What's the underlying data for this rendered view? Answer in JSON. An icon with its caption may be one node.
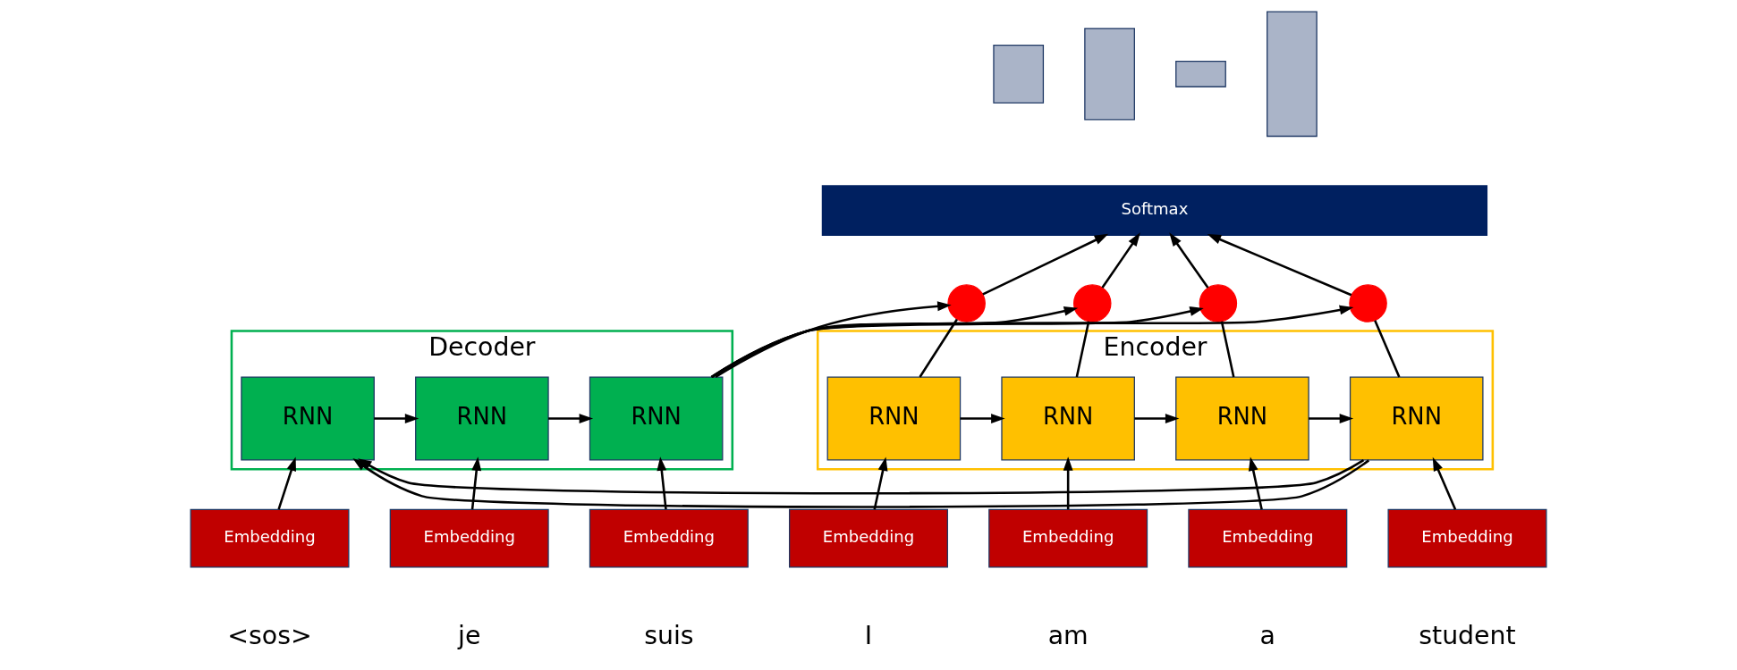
{
  "diagram": {
    "nodes": [
      {
        "text": [
          "Encoder"
        ]
      },
      {
        "text": [
          "RNN"
        ],
        "in": 0
      },
      {
        "text": [
          "RNN"
        ],
        "in": 0
      },
      {
        "text": [
          "RNN"
        ],
        "in": 0
      },
      {
        "text": [
          "RNN"
        ],
        "in": 0
      },
      {
        "text": [
          "Decoder"
        ]
      },
      {
        "text": [
          "RNN"
        ],
        "in": 5
      },
      {
        "text": [
          "RNN"
        ],
        "in": 5
      },
      {
        "text": [
          "RNN"
        ],
        "in": 5
      },
      {
        "text": [
          "Embedding"
        ],
        "beside": [
          "I"
        ]
      },
      {
        "text": [
          "Embedding"
        ],
        "beside": [
          "am"
        ]
      },
      {
        "text": [
          "Embedding"
        ],
        "beside": [
          "a"
        ]
      },
      {
        "text": [
          "Embedding"
        ],
        "beside": [
          "student"
        ]
      },
      {
        "text": [
          "Embedding"
        ],
        "beside": [
          "<sos>"
        ]
      },
      {
        "text": [
          "Embedding"
        ],
        "beside": [
          "je"
        ]
      },
      {
        "text": [
          "Embedding"
        ],
        "beside": [
          "suis"
        ]
      },
      {
        "text": [],
        "shape": "circle"
      },
      {
        "text": [],
        "shape": "circle"
      },
      {
        "text": [],
        "shape": "circle"
      },
      {
        "text": [],
        "shape": "circle"
      },
      {
        "text": [
          "Softmax"
        ]
      },
      {
        "text": [],
        "shape": "bar"
      },
      {
        "text": [],
        "shape": "bar"
      },
      {
        "text": [],
        "shape": "bar"
      },
      {
        "text": [],
        "shape": "bar"
      }
    ],
    "edges": [
      {
        "from": 9,
        "to": 1,
        "arrow": "to"
      },
      {
        "from": 10,
        "to": 2,
        "arrow": "to"
      },
      {
        "from": 11,
        "to": 3,
        "arrow": "to"
      },
      {
        "from": 12,
        "to": 4,
        "arrow": "to"
      },
      {
        "from": 13,
        "to": 6,
        "arrow": "to"
      },
      {
        "from": 14,
        "to": 7,
        "arrow": "to"
      },
      {
        "from": 15,
        "to": 8,
        "arrow": "to"
      },
      {
        "from": 1,
        "to": 2,
        "arrow": "to"
      },
      {
        "from": 2,
        "to": 3,
        "arrow": "to"
      },
      {
        "from": 3,
        "to": 4,
        "arrow": "to"
      },
      {
        "from": 6,
        "to": 7,
        "arrow": "to"
      },
      {
        "from": 7,
        "to": 8,
        "arrow": "to"
      },
      {
        "from": 0,
        "to": 5,
        "arrow": "to"
      },
      {
        "from": 1,
        "to": 16,
        "arrow": "none"
      },
      {
        "from": 2,
        "to": 17,
        "arrow": "none"
      },
      {
        "from": 3,
        "to": 18,
        "arrow": "none"
      },
      {
        "from": 4,
        "to": 19,
        "arrow": "none"
      },
      {
        "from": 8,
        "to": 16,
        "arrow": "to"
      },
      {
        "from": 8,
        "to": 17,
        "arrow": "to"
      },
      {
        "from": 8,
        "to": 18,
        "arrow": "to"
      },
      {
        "from": 8,
        "to": 19,
        "arrow": "to"
      },
      {
        "from": 16,
        "to": 20,
        "arrow": "to"
      },
      {
        "from": 17,
        "to": 20,
        "arrow": "to"
      },
      {
        "from": 18,
        "to": 20,
        "arrow": "to"
      },
      {
        "from": 19,
        "to": 20,
        "arrow": "to"
      }
    ]
  }
}
